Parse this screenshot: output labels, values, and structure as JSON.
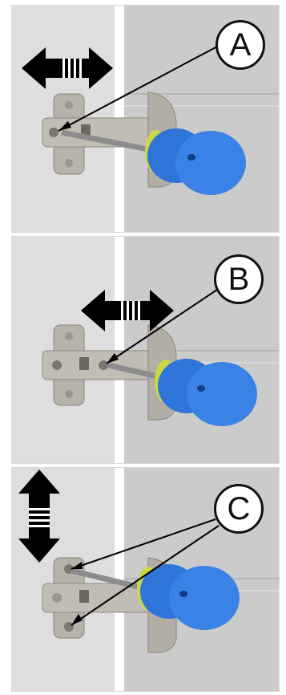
{
  "steps": [
    {
      "label": "A",
      "arrow_direction": "horizontal",
      "screw": "depth-adjust-screw"
    },
    {
      "label": "B",
      "arrow_direction": "horizontal",
      "screw": "side-adjust-screw"
    },
    {
      "label": "C",
      "arrow_direction": "vertical",
      "screw": "height-adjust-screws"
    }
  ],
  "colors": {
    "cabinet_left": "#dcdcdc",
    "cabinet_right": "#c9c9c9",
    "gap": "#ffffff",
    "hinge": "#b9b3aa",
    "screwdriver_handle": "#2f74d8",
    "screwdriver_ring": "#c8d64a",
    "arrow": "#000000"
  }
}
